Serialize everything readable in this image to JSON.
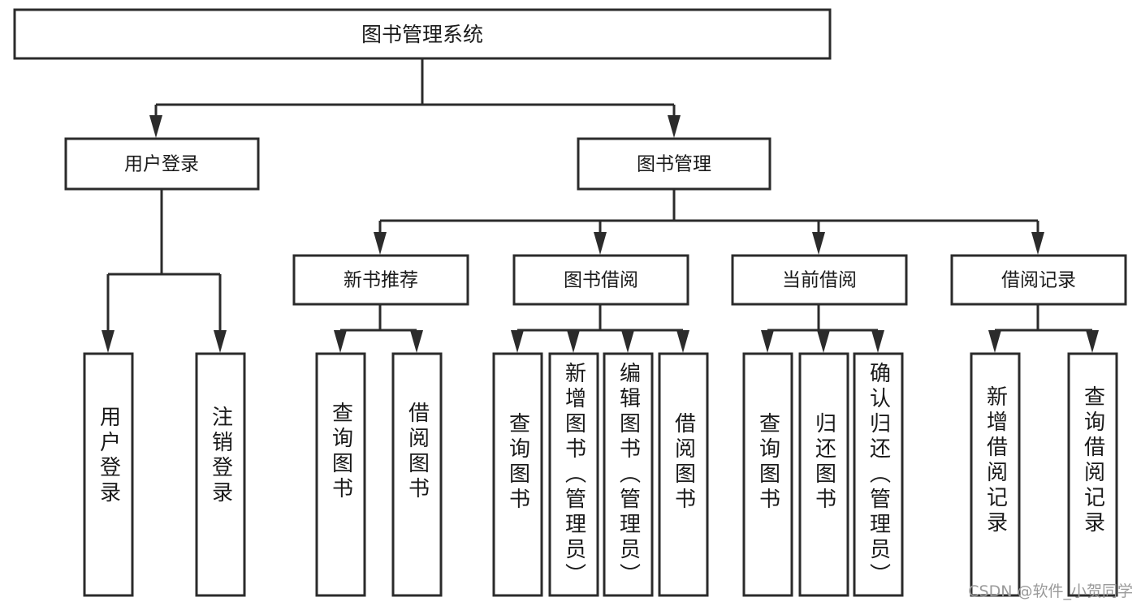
{
  "diagram": {
    "type": "hierarchy-tree",
    "title": "图书管理系统",
    "orientation": "top-down",
    "levels": 3,
    "root": {
      "label": "图书管理系统"
    },
    "level2": [
      {
        "id": "user-login",
        "label": "用户登录"
      },
      {
        "id": "book-management",
        "label": "图书管理"
      }
    ],
    "level3": [
      {
        "id": "new-book-recommend",
        "label": "新书推荐",
        "parent": "book-management"
      },
      {
        "id": "book-borrow",
        "label": "图书借阅",
        "parent": "book-management"
      },
      {
        "id": "current-borrow",
        "label": "当前借阅",
        "parent": "book-management"
      },
      {
        "id": "borrow-record",
        "label": "借阅记录",
        "parent": "book-management"
      }
    ],
    "leaves": {
      "user-login": [
        {
          "id": "leaf-user-login",
          "label": "用户登录"
        },
        {
          "id": "leaf-logout-login",
          "label": "注销登录"
        }
      ],
      "new-book-recommend": [
        {
          "id": "leaf-query-book-1",
          "label": "查询图书"
        },
        {
          "id": "leaf-borrow-book-1",
          "label": "借阅图书"
        }
      ],
      "book-borrow": [
        {
          "id": "leaf-query-book-2",
          "label": "查询图书"
        },
        {
          "id": "leaf-add-book-admin",
          "label": "新增图书（管理员）"
        },
        {
          "id": "leaf-edit-book-admin",
          "label": "编辑图书（管理员）"
        },
        {
          "id": "leaf-borrow-book-2",
          "label": "借阅图书"
        }
      ],
      "current-borrow": [
        {
          "id": "leaf-query-book-3",
          "label": "查询图书"
        },
        {
          "id": "leaf-return-book",
          "label": "归还图书"
        },
        {
          "id": "leaf-confirm-return-admin",
          "label": "确认归还（管理员）"
        }
      ],
      "borrow-record": [
        {
          "id": "leaf-add-borrow-record",
          "label": "新增借阅记录"
        },
        {
          "id": "leaf-query-borrow-record",
          "label": "查询借阅记录"
        }
      ]
    }
  },
  "watermark": {
    "text": "CSDN @软件_小贺同学"
  },
  "colors": {
    "box_stroke": "#2b2b2b",
    "box_fill": "#ffffff",
    "text": "#1a1a1a",
    "watermark": "#9a9a9a",
    "background": "#ffffff"
  }
}
